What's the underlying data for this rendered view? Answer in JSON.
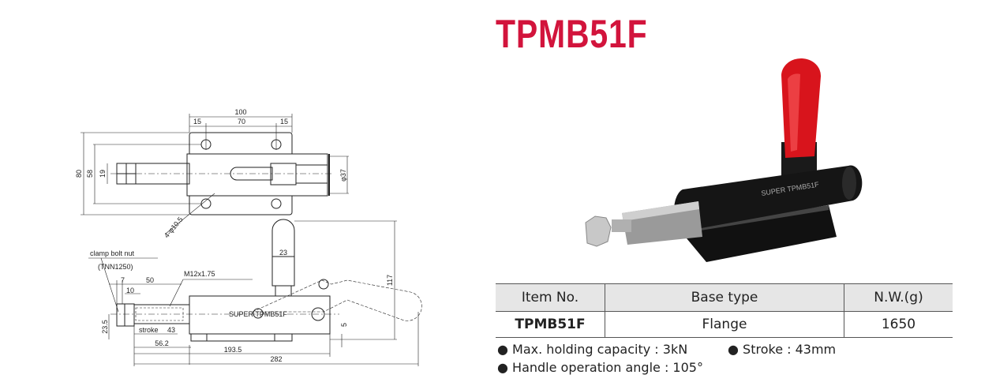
{
  "title": "TPMB51F",
  "drawing": {
    "top_dims": {
      "overall": "100",
      "left": "15",
      "middle": "70",
      "right": "15"
    },
    "side_dims": {
      "d80": "80",
      "d58": "58",
      "d19": "19",
      "phi37": "φ37",
      "holes": "4-φ10.5"
    },
    "labels": {
      "nut": "clamp bolt nut",
      "nut_code": "(TNN1250)",
      "thread": "M12x1.75",
      "stroke": "stroke",
      "stroke_val": "43",
      "body_mark": "SUPER TPMB51F"
    },
    "lower_dims": {
      "d7": "7",
      "d50": "50",
      "d10": "10",
      "d23": "23",
      "d23_5": "23.5",
      "d5": "5",
      "d117": "117",
      "d56_2": "56.2",
      "d193_5": "193.5",
      "d282": "282"
    }
  },
  "table": {
    "headers": [
      "Item No.",
      "Base type",
      "N.W.(g)"
    ],
    "row": [
      "TPMB51F",
      "Flange",
      "1650"
    ]
  },
  "specs": [
    "Max. holding capacity : 3kN",
    "Stroke : 43mm",
    "Handle operation angle : 105°"
  ],
  "colors": {
    "brand": "#d2143c",
    "header_bg": "#e6e6e6"
  }
}
